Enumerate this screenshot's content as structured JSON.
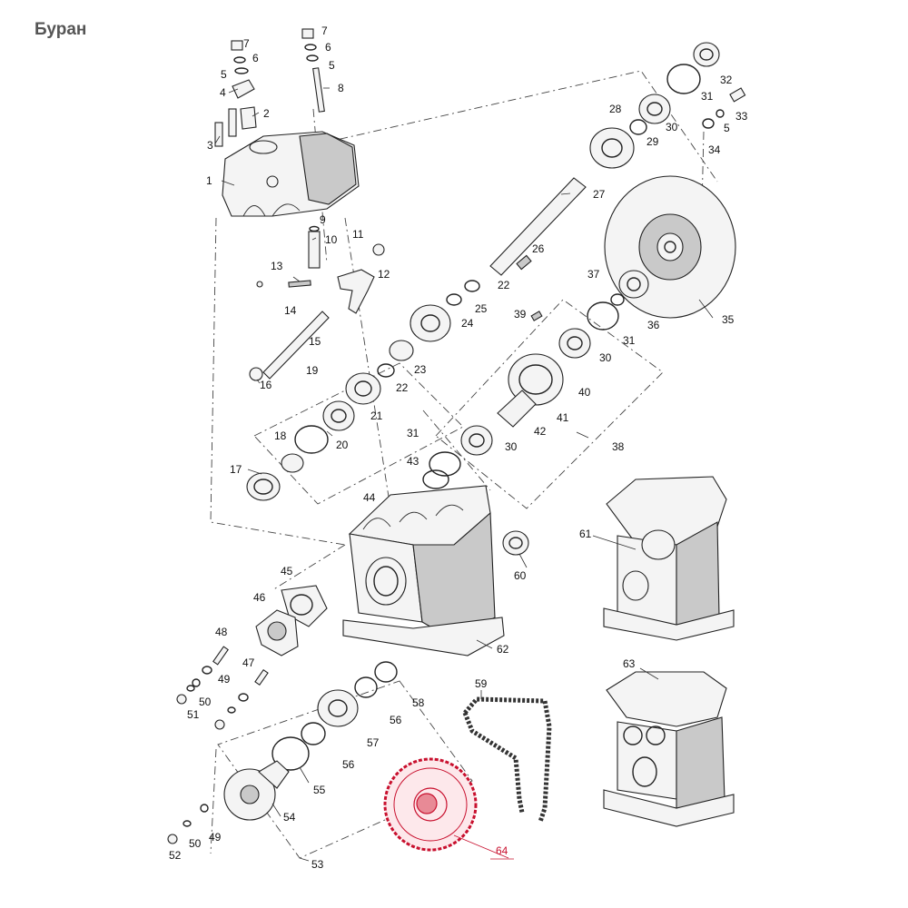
{
  "title": "Буран",
  "accent_color": "#c8102e",
  "labels": {
    "p1": "1",
    "p2": "2",
    "p3": "3",
    "p4": "4",
    "p5a": "5",
    "p5b": "5",
    "p5c": "5",
    "p6a": "6",
    "p6b": "6",
    "p7a": "7",
    "p7b": "7",
    "p8": "8",
    "p9": "9",
    "p10": "10",
    "p11": "11",
    "p12": "12",
    "p13": "13",
    "p14": "14",
    "p15": "15",
    "p16": "16",
    "p17": "17",
    "p18": "18",
    "p19": "19",
    "p20": "20",
    "p21": "21",
    "p22a": "22",
    "p22b": "22",
    "p23": "23",
    "p24": "24",
    "p25": "25",
    "p26": "26",
    "p27": "27",
    "p28": "28",
    "p29": "29",
    "p30a": "30",
    "p30b": "30",
    "p30c": "30",
    "p31a": "31",
    "p31b": "31",
    "p31c": "31",
    "p32": "32",
    "p33": "33",
    "p34": "34",
    "p35": "35",
    "p36": "36",
    "p37": "37",
    "p38": "38",
    "p39": "39",
    "p40": "40",
    "p41": "41",
    "p42": "42",
    "p43": "43",
    "p44": "44",
    "p45": "45",
    "p46": "46",
    "p47": "47",
    "p48": "48",
    "p49a": "49",
    "p49b": "49",
    "p50a": "50",
    "p50b": "50",
    "p51": "51",
    "p52": "52",
    "p53": "53",
    "p54": "54",
    "p55": "55",
    "p56a": "56",
    "p56b": "56",
    "p57": "57",
    "p58": "58",
    "p59": "59",
    "p60": "60",
    "p61": "61",
    "p62": "62",
    "p63": "63",
    "p64": "64"
  }
}
